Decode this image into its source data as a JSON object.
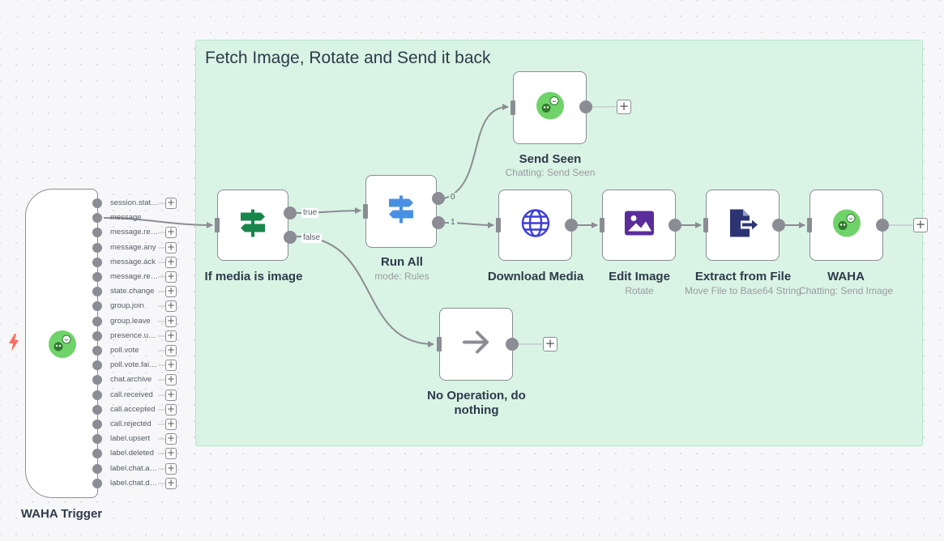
{
  "sticky": {
    "title": "Fetch Image, Rotate and Send it back"
  },
  "trigger": {
    "name": "WAHA Trigger",
    "outputs": [
      "session.stat…",
      "message",
      "message.re…",
      "message.any",
      "message.ack",
      "message.re…",
      "state.change",
      "group.join",
      "group.leave",
      "presence.u…",
      "poll.vote",
      "poll.vote.fai…",
      "chat.archive",
      "call.received",
      "call.accepted",
      "call.rejected",
      "label.upsert",
      "label.deleted",
      "label.chat.a…",
      "label.chat.d…"
    ]
  },
  "nodes": {
    "if_media": {
      "name": "If media is image",
      "out_true": "true",
      "out_false": "false"
    },
    "run_all": {
      "name": "Run All",
      "subtitle": "mode: Rules",
      "out_0": "0",
      "out_1": "1"
    },
    "send_seen": {
      "name": "Send Seen",
      "subtitle": "Chatting: Send Seen"
    },
    "download_media": {
      "name": "Download Media"
    },
    "edit_image": {
      "name": "Edit Image",
      "subtitle": "Rotate"
    },
    "extract_file": {
      "name": "Extract from File",
      "subtitle": "Move File to Base64 String"
    },
    "waha": {
      "name": "WAHA",
      "subtitle": "Chatting: Send Image"
    },
    "noop": {
      "name_line1": "No Operation, do",
      "name_line2": "nothing"
    }
  },
  "plus_symbol": "+",
  "colors": {
    "sticky_bg": "#d9f4e5",
    "waha_green": "#6fd36a",
    "if_green": "#18864b",
    "switch_blue": "#4a90e2",
    "globe_blue": "#3d3dd8",
    "image_purple": "#5b2d9a",
    "file_navy": "#2c3474",
    "trigger_orange": "#ff6d5a"
  },
  "icons": [
    "whatsapp-bot-icon",
    "signpost-icon",
    "globe-icon",
    "image-icon",
    "file-export-icon",
    "arrow-right-icon",
    "lightning-bolt-icon"
  ]
}
